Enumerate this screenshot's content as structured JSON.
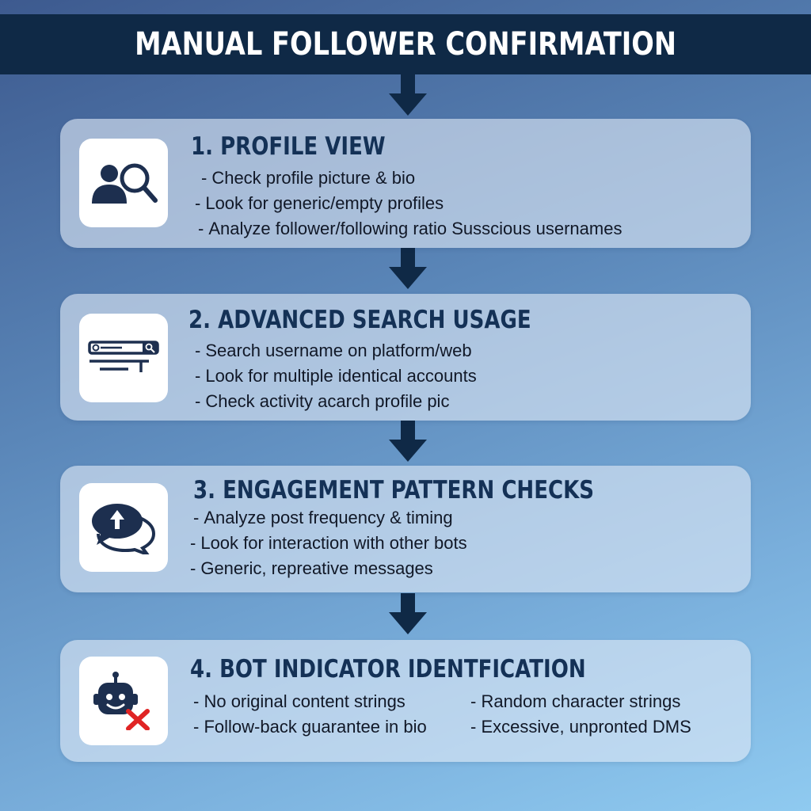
{
  "title": "MANUAL FOLLOWER CONFIRMATION",
  "colors": {
    "title_bar": "#0f2946",
    "arrow": "#0f2946",
    "heading": "#143156",
    "icon": "#1d2f4f",
    "bot_cross": "#e02424"
  },
  "steps": [
    {
      "icon": "profile-search-icon",
      "heading": "1. PROFILE VIEW",
      "items": [
        "Check profile picture & bio",
        "Look for generic/empty profiles",
        "Analyze follower/following ratio Susscious usernames"
      ]
    },
    {
      "icon": "search-bar-icon",
      "heading": "2. ADVANCED SEARCH USAGE",
      "items": [
        "Search username on platform/web",
        "Look for multiple identical accounts",
        "Check activity acarch profile pic"
      ]
    },
    {
      "icon": "chat-bubbles-icon",
      "heading": "3. ENGAGEMENT PATTERN CHECKS",
      "items": [
        "Analyze post frequency & timing",
        "Look for interaction with other bots",
        "Generic, repreative messages"
      ]
    },
    {
      "icon": "bot-cross-icon",
      "heading": "4. BOT INDICATOR IDENTFICATION",
      "rows": [
        {
          "left": "No original content   strings",
          "right": "Random character strings"
        },
        {
          "left": "Follow-back guarantee in bio",
          "right": "Excessive, unpronted DMS"
        }
      ]
    }
  ]
}
